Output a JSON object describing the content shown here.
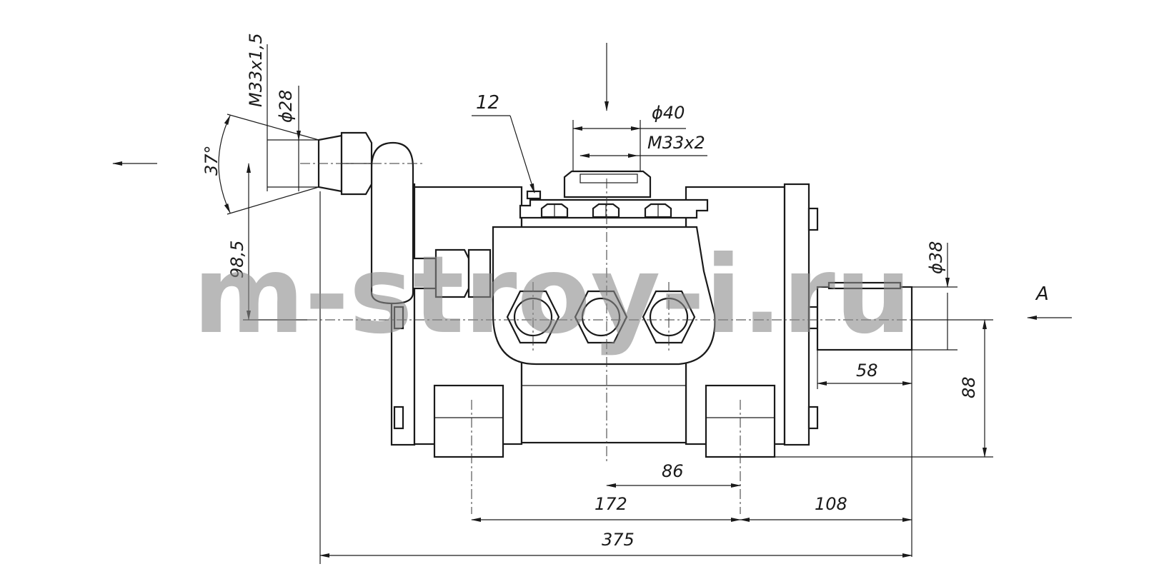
{
  "watermark": "m-stroy-i.ru",
  "view_label": "A",
  "dimensions": {
    "thread_inlet": "M33x1,5",
    "dia_inlet": "ϕ28",
    "angle": "37°",
    "height_inlet": "98,5",
    "callout": "12",
    "dia_outlet": "ϕ40",
    "thread_outlet": "M33x2",
    "dia_shaft": "ϕ38",
    "shaft_length": "58",
    "shaft_height": "88",
    "half_spacing": "86",
    "foot_spacing": "172",
    "foot_to_shaft": "108",
    "overall_length": "375"
  }
}
